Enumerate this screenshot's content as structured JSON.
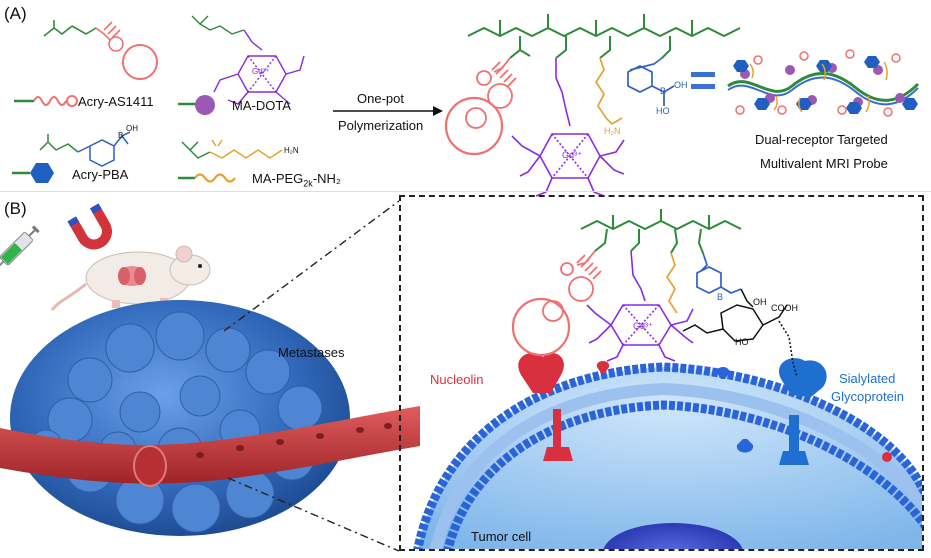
{
  "panel_a": {
    "tag": "(A)",
    "legend": {
      "aptamer": "Acry-AS1411",
      "dota": "MA-DOTA",
      "pba": "Acry-PBA",
      "peg_prefix": "MA-PEG",
      "peg_sub": "2k",
      "peg_suffix": "-NH₂"
    },
    "reaction": {
      "line1": "One-pot",
      "line2": "Polymerization"
    },
    "equals": "=",
    "product": {
      "line1": "Dual-receptor Targeted",
      "line2": "Multivalent MRI Probe"
    },
    "gd_label": "Gd³⁺",
    "atoms": {
      "n": "N",
      "o": "O",
      "nh2": "H₂N",
      "b": "B",
      "oh": "OH",
      "ho": "HO",
      "h": "H"
    }
  },
  "panel_b": {
    "tag": "(B)",
    "metastases": "Metastases",
    "nucleolin": "Nucleolin",
    "sialylated_1": "Sialylated",
    "sialylated_2": "Glycoprotein",
    "tumor_cell": "Tumor cell",
    "cooh": "COOH",
    "oh": "OH",
    "ho": "HO",
    "gd_label": "Gd³⁺",
    "b": "B"
  },
  "colors": {
    "backbone": "#2e8b3a",
    "aptamer": "#f07070",
    "dota": "#8a2be2",
    "peg": "#e8a030",
    "pba": "#3060c0",
    "dota_dot": "#9b59b6",
    "pba_hex": "#1f5fbf",
    "membrane": "#2a64d8",
    "nucleolin": "#d93040",
    "glyco": "#1e6fd0",
    "vessel": "#c0393b",
    "tumor": "#3f79c9",
    "equals": "#3f6fd0"
  }
}
